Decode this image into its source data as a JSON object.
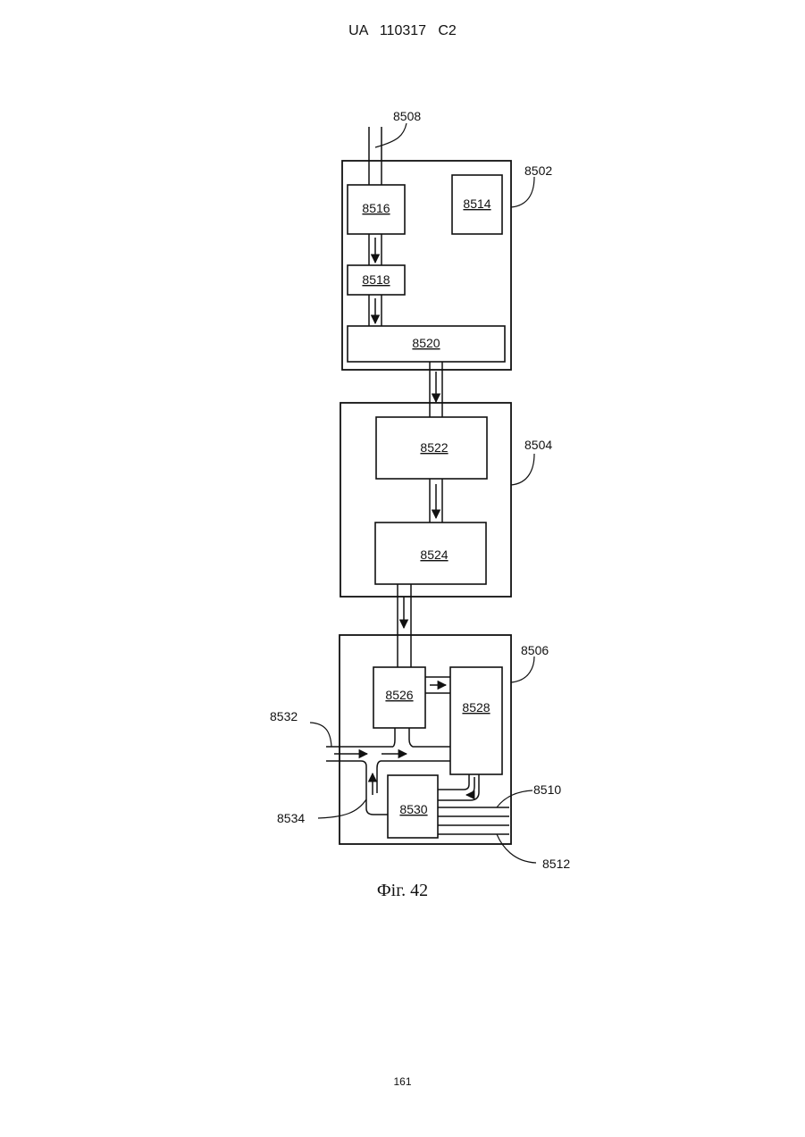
{
  "header": {
    "text": "UA   110317   C2"
  },
  "figure": {
    "caption": "Фіг. 42",
    "boxes": {
      "b8514": "8514",
      "b8516": "8516",
      "b8518": "8518",
      "b8520": "8520",
      "b8522": "8522",
      "b8524": "8524",
      "b8526": "8526",
      "b8528": "8528",
      "b8530": "8530"
    },
    "refs": {
      "r8502": "8502",
      "r8504": "8504",
      "r8506": "8506",
      "r8508": "8508",
      "r8510": "8510",
      "r8512": "8512",
      "r8532": "8532",
      "r8534": "8534"
    }
  },
  "footer": {
    "page_number": "161"
  }
}
